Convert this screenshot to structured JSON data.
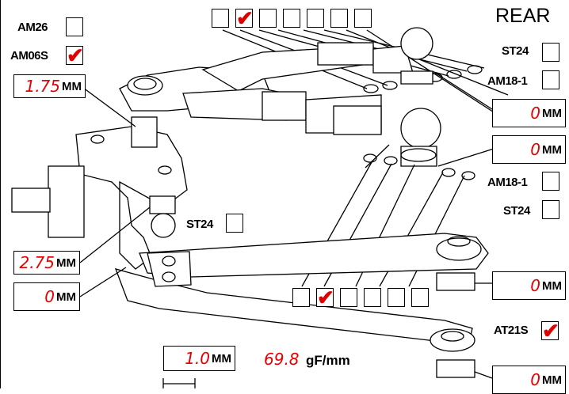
{
  "title": "REAR",
  "colors": {
    "check": "#e00000",
    "value": "#e60000"
  },
  "top_checks": [
    {
      "checked": false,
      "mark": "✔"
    },
    {
      "checked": true,
      "mark": "✔"
    },
    {
      "checked": false,
      "mark": "✔"
    },
    {
      "checked": false,
      "mark": "✔"
    },
    {
      "checked": false,
      "mark": "✔"
    },
    {
      "checked": false,
      "mark": "✔"
    }
  ],
  "bottom_checks": [
    {
      "checked": false,
      "mark": "✔"
    },
    {
      "checked": true,
      "mark": "✔"
    },
    {
      "checked": false,
      "mark": "✔"
    },
    {
      "checked": false,
      "mark": "✔"
    },
    {
      "checked": false,
      "mark": "✔"
    }
  ],
  "left": {
    "am26": {
      "label": "AM26",
      "checked": false
    },
    "am06s": {
      "label": "AM06S",
      "checked": true,
      "mark": "✔"
    },
    "shim_top": {
      "value": "1.75",
      "unit": "MM"
    },
    "shim_mid": {
      "value": "2.75",
      "unit": "MM"
    },
    "shim_low": {
      "value": "0",
      "unit": "MM"
    }
  },
  "center": {
    "st24": {
      "label": "ST24",
      "checked": false
    }
  },
  "right": {
    "st24_top": {
      "label": "ST24",
      "checked": false
    },
    "am18_top": {
      "label": "AM18-1",
      "checked": false
    },
    "mm1": {
      "value": "0",
      "unit": "MM"
    },
    "mm2": {
      "value": "0",
      "unit": "MM"
    },
    "am18_bottom": {
      "label": "AM18-1",
      "checked": false
    },
    "st24_bottom": {
      "label": "ST24",
      "checked": false
    },
    "mm3": {
      "value": "0",
      "unit": "MM"
    },
    "at21s": {
      "label": "AT21S",
      "checked": true,
      "mark": "✔"
    },
    "mm4": {
      "value": "0",
      "unit": "MM"
    }
  },
  "bottom": {
    "gap": {
      "value": "1.0",
      "unit": "MM"
    },
    "rate": {
      "value": "69.8",
      "unit": "gF/mm"
    }
  }
}
